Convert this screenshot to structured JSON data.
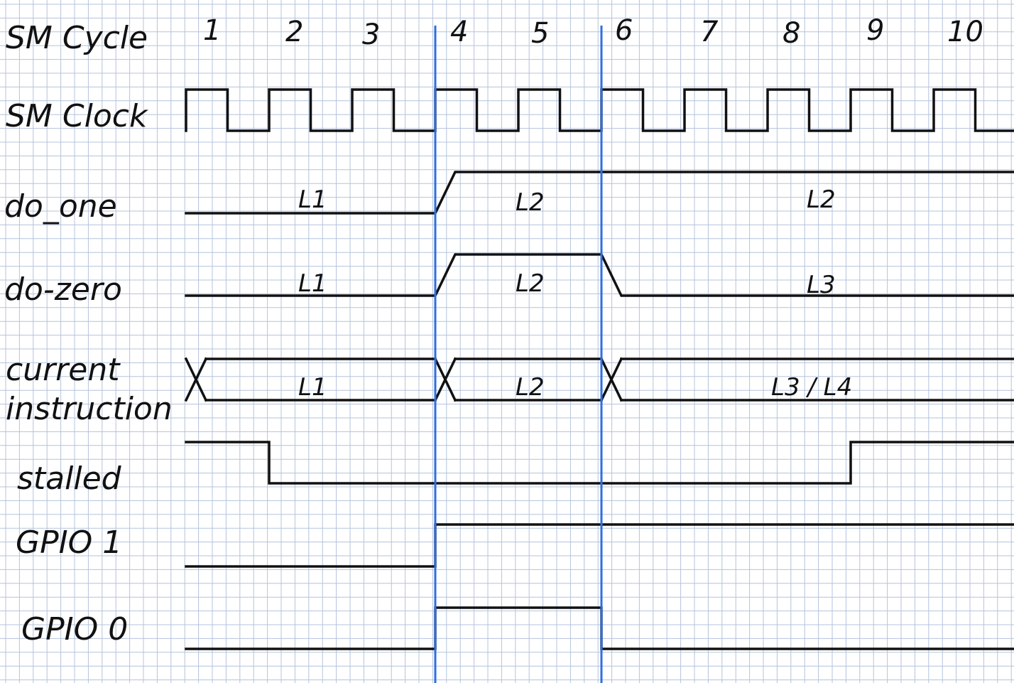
{
  "colors": {
    "grid": "#b4c3dc",
    "ink": "#111111",
    "marker": "#2f6fe0",
    "paper": "#ffffff"
  },
  "rows": [
    {
      "id": "sm-cycle",
      "label": "SM Cycle"
    },
    {
      "id": "sm-clock",
      "label": "SM Clock"
    },
    {
      "id": "do-one",
      "label": "do_one"
    },
    {
      "id": "do-zero",
      "label": "do-zero"
    },
    {
      "id": "current-instruction",
      "label": "current",
      "label2": "instruction"
    },
    {
      "id": "stalled",
      "label": "stalled"
    },
    {
      "id": "gpio-1",
      "label": "GPIO 1"
    },
    {
      "id": "gpio-0",
      "label": "GPIO 0"
    }
  ],
  "cycles": [
    "1",
    "2",
    "3",
    "4",
    "5",
    "6",
    "7",
    "8",
    "9",
    "10"
  ],
  "clock": {
    "half_periods": 20
  },
  "signals": {
    "do_one": {
      "segments": [
        {
          "from_cycle": 0,
          "to_cycle": 3,
          "level": "low",
          "label": "L1"
        },
        {
          "from_cycle": 3,
          "to_cycle": 5,
          "level": "high",
          "label": "L2"
        },
        {
          "from_cycle": 5,
          "to_cycle": 10,
          "level": "high",
          "label": "L2"
        }
      ]
    },
    "do_zero": {
      "segments": [
        {
          "from_cycle": 0,
          "to_cycle": 3,
          "level": "low",
          "label": "L1"
        },
        {
          "from_cycle": 3,
          "to_cycle": 5,
          "level": "high",
          "label": "L2"
        },
        {
          "from_cycle": 5,
          "to_cycle": 10,
          "level": "low",
          "label": "L3"
        }
      ]
    },
    "current_instruction": {
      "segments": [
        {
          "from_cycle": 0,
          "to_cycle": 3,
          "label": "L1"
        },
        {
          "from_cycle": 3,
          "to_cycle": 5,
          "label": "L2"
        },
        {
          "from_cycle": 5,
          "to_cycle": 10,
          "label": "L3 / L4"
        }
      ]
    },
    "stalled": {
      "high_until_cycle": 1,
      "high_from_cycle": 8
    },
    "gpio_1": {
      "low_until_cycle": 3
    },
    "gpio_0": {
      "high_from_cycle": 3,
      "high_until_cycle": 5
    }
  },
  "markers": [
    3,
    5
  ]
}
